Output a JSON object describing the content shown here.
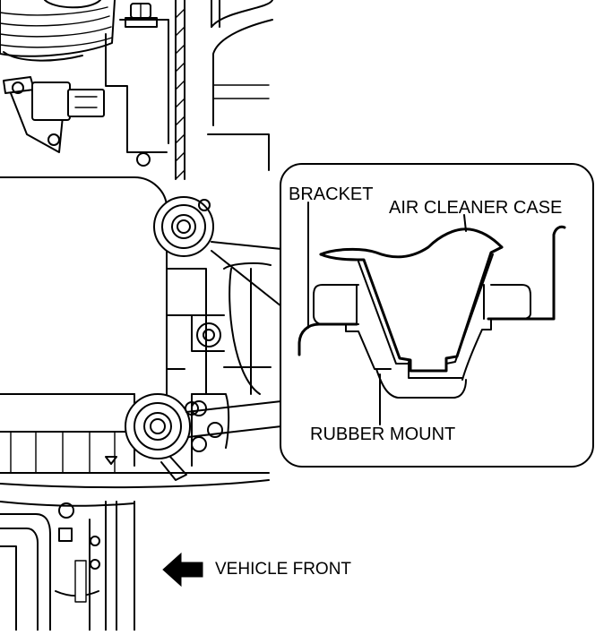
{
  "labels": {
    "bracket": "BRACKET",
    "air_cleaner_case": "AIR CLEANER CASE",
    "rubber_mount": "RUBBER MOUNT",
    "vehicle_front": "VEHICLE FRONT"
  },
  "icons": {
    "direction_arrow": "left-arrow-icon"
  },
  "colors": {
    "line": "#000000",
    "background": "#ffffff"
  }
}
